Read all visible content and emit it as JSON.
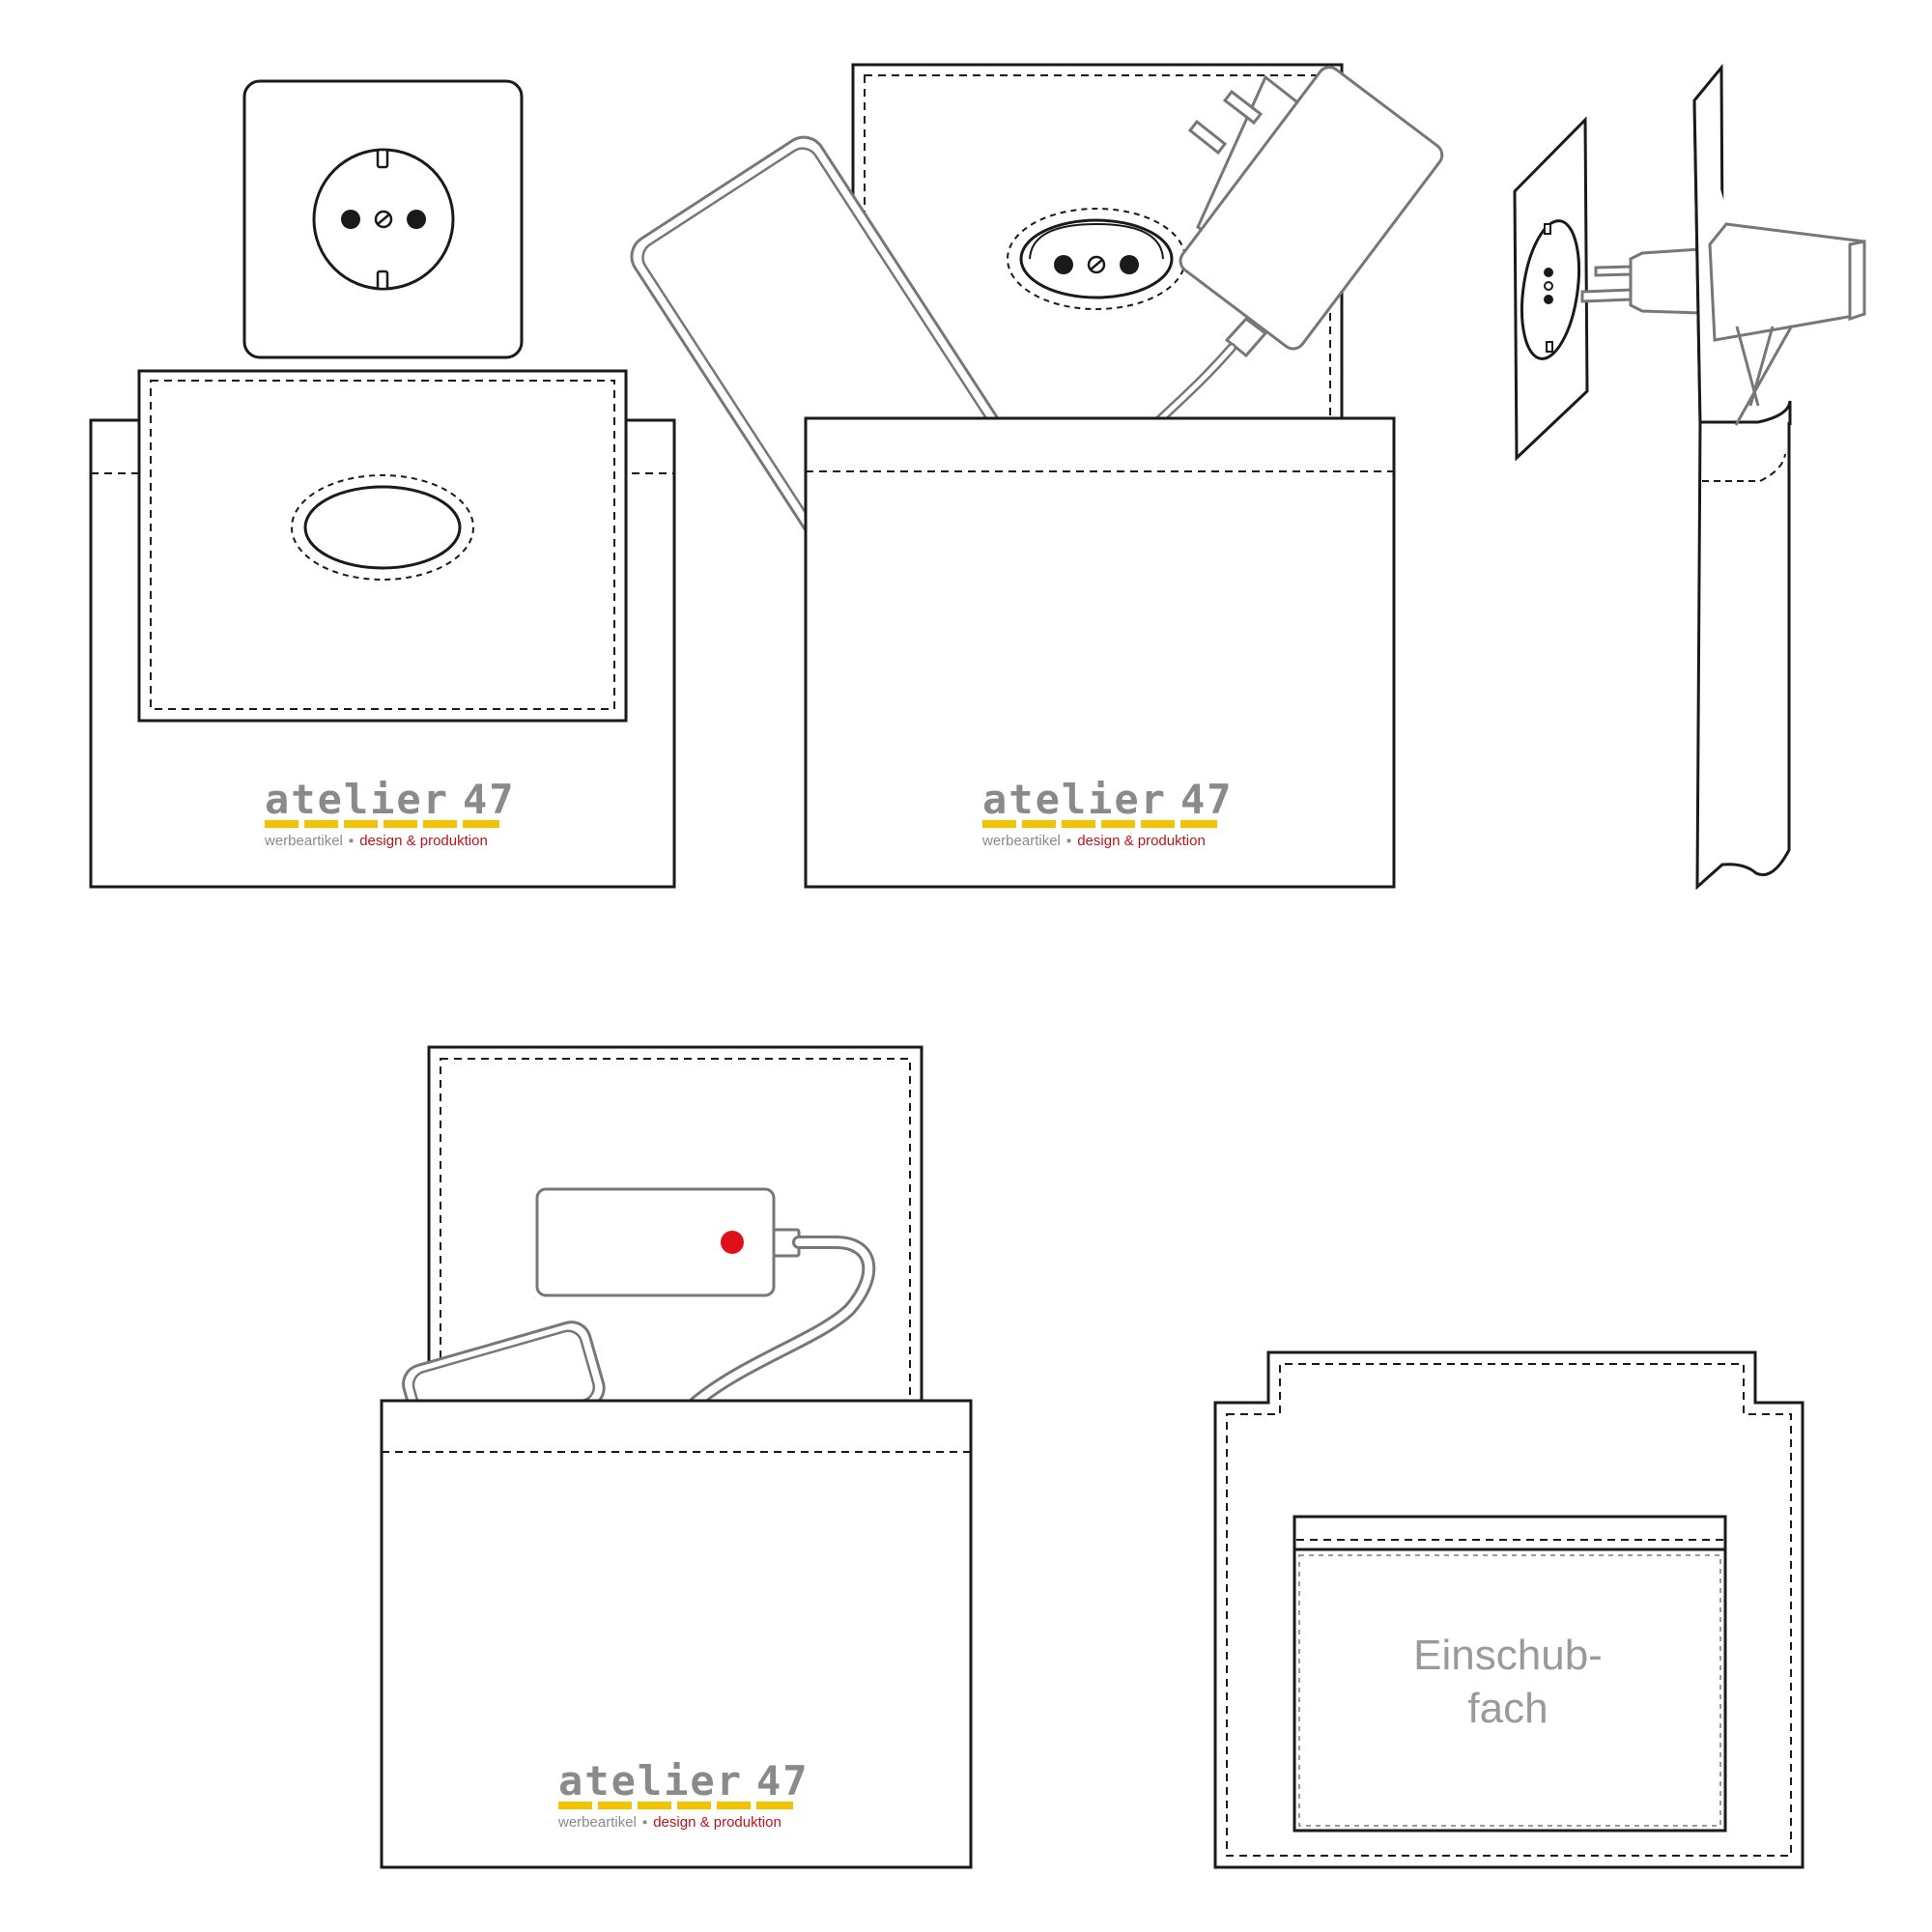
{
  "logo": {
    "name": "atelier",
    "number": "47",
    "tagline_left": "werbeartikel",
    "separator": "▪",
    "tagline_right": "design & produktion"
  },
  "pocket_label": {
    "line1": "Einschub-",
    "line2": "fach"
  },
  "colors": {
    "outline": "#1a1a1a",
    "device_outline": "#777777",
    "logo_grey": "#8a8a8a",
    "logo_yellow": "#f2c300",
    "logo_red": "#c0121b",
    "led_red": "#e0101a",
    "label_grey": "#9a9a9a"
  },
  "icons": [
    "socket-icon",
    "plug-icon",
    "charger-icon",
    "phone-icon",
    "powerbank-icon"
  ]
}
